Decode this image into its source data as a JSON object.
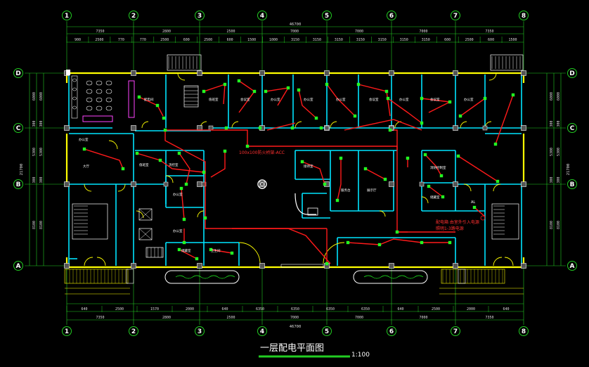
{
  "drawing": {
    "title": "一层配电平面图",
    "scale": "1:100",
    "total_width_label": "46700",
    "cable_note": "100x100防火桥架-ACC",
    "colors": {
      "wall": "#00e5ff",
      "ext_wall": "#ffff00",
      "cable": "#ff1a1a",
      "fixture": "#22ff22",
      "dim": "#22cc22",
      "text": "#ffffff"
    }
  },
  "axes": {
    "columns": [
      "1",
      "2",
      "3",
      "4",
      "5",
      "6",
      "7",
      "8"
    ],
    "rows": [
      "D",
      "C",
      "B",
      "A"
    ]
  },
  "dims": {
    "top_row1": [
      "7350",
      "2800",
      "2500",
      "7000",
      "7000",
      "7000",
      "7350"
    ],
    "top_row2": [
      "900",
      "2500",
      "770",
      "770",
      "2500",
      "600",
      "2500",
      "600",
      "1500",
      "1000",
      "3150",
      "3150",
      "3150",
      "3150",
      "3150",
      "3150",
      "3150",
      "600",
      "2500",
      "600",
      "1500"
    ],
    "bottom_row1": [
      "640",
      "2500",
      "1570",
      "2000",
      "640",
      "6350",
      "6350",
      "6350",
      "6350",
      "640",
      "2500",
      "2000",
      "640"
    ],
    "bottom_row2": [
      "7350",
      "2800",
      "2500",
      "7000",
      "7000",
      "7000",
      "7350"
    ],
    "left_vertical": [
      "6000",
      "300",
      "5300",
      "300",
      "8100"
    ],
    "left_total": "21700",
    "right_vertical": [
      "6000",
      "300",
      "5300",
      "300",
      "8100"
    ],
    "right_total": "21700"
  },
  "rooms": [
    "配电间",
    "值班室",
    "会议室",
    "办公室",
    "办公室",
    "办公室",
    "会议室",
    "办公室",
    "会议室",
    "办公室",
    "办公室",
    "消控室",
    "值班室",
    "大厅",
    "接待室",
    "展示厅",
    "服务台",
    "办公室",
    "办公室",
    "消防控制室",
    "储藏室",
    "储藏室",
    "卫生间"
  ],
  "notes": {
    "panel_note_1": "配电箱 由室外引入电源",
    "panel_note_2": "照明1-3路电源",
    "panel_label": "AL"
  }
}
